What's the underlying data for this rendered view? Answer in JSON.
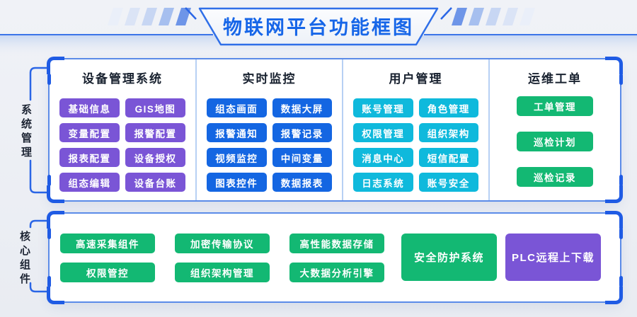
{
  "title": "物联网平台功能框图",
  "colors": {
    "accent": "#2B66E6",
    "purple": "#7A55D6",
    "blue": "#1466E2",
    "cyan": "#0FB9DC",
    "green": "#13B873",
    "title_blue": "#1766E8",
    "divider": "#B7D0F4"
  },
  "side_labels": [
    {
      "text": "系统管理"
    },
    {
      "text": "核心组件"
    }
  ],
  "top_box": {
    "columns": [
      {
        "header": "设备管理系统",
        "color": "purple",
        "layout": "grid",
        "items": [
          "基础信息",
          "GIS地图",
          "变量配置",
          "报警配置",
          "报表配置",
          "设备授权",
          "组态编辑",
          "设备台账"
        ]
      },
      {
        "header": "实时监控",
        "color": "blue",
        "layout": "grid",
        "items": [
          "组态画面",
          "数据大屏",
          "报警通知",
          "报警记录",
          "视频监控",
          "中间变量",
          "图表控件",
          "数据报表"
        ]
      },
      {
        "header": "用户管理",
        "color": "cyan",
        "layout": "grid",
        "items": [
          "账号管理",
          "角色管理",
          "权限管理",
          "组织架构",
          "消息中心",
          "短信配置",
          "日志系统",
          "账号安全"
        ]
      },
      {
        "header": "运维工单",
        "color": "green",
        "layout": "list",
        "items": [
          "工单管理",
          "巡检计划",
          "巡检记录"
        ]
      }
    ]
  },
  "bottom_box": {
    "grid_items": [
      "高速采集组件",
      "加密传输协议",
      "高性能数据存储",
      "权限管控",
      "组织架构管理",
      "大数据分析引擎"
    ],
    "big_items": [
      {
        "text": "安全防护系统",
        "color": "green"
      },
      {
        "text": "PLC远程上下载",
        "color": "purple"
      }
    ]
  }
}
